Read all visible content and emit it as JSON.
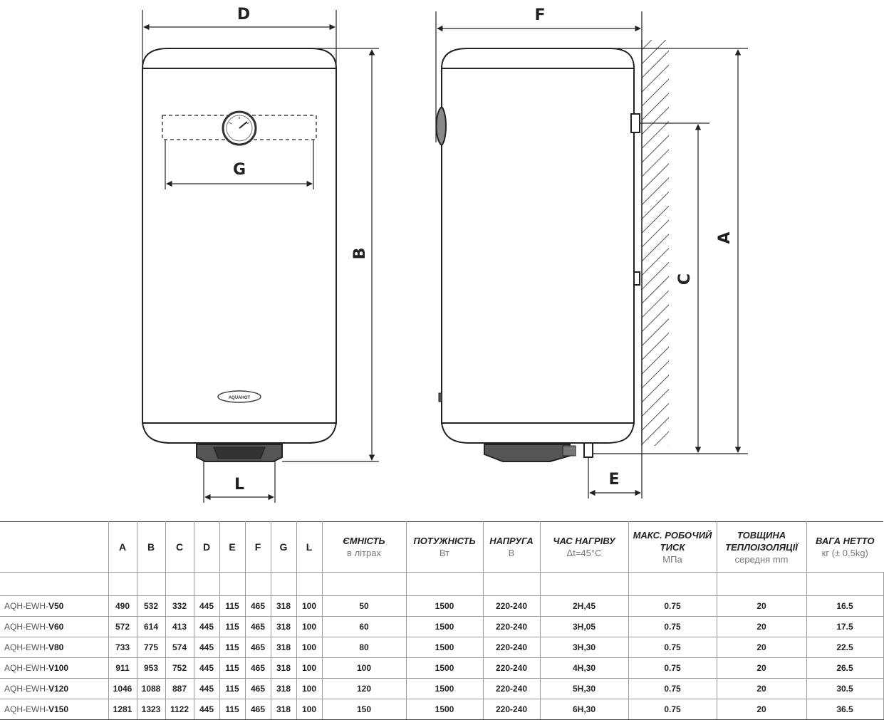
{
  "drawing": {
    "dimension_labels": {
      "A": "A",
      "B": "B",
      "C": "C",
      "D": "D",
      "E": "E",
      "F": "F",
      "G": "G",
      "L": "L"
    },
    "logo_text": "AQUAHOT"
  },
  "table": {
    "dimension_headers": [
      "A",
      "B",
      "C",
      "D",
      "E",
      "F",
      "G",
      "L"
    ],
    "spec_headers": [
      {
        "main": "ЄМНІСТЬ",
        "sub": "в літрах"
      },
      {
        "main": "ПОТУЖНІСТЬ",
        "sub": "Вт"
      },
      {
        "main": "НАПРУГА",
        "sub": "В"
      },
      {
        "main": "ЧАС НАГРІВУ",
        "sub": "Δt=45°C"
      },
      {
        "main": "МАКС. РОБОЧИЙ ТИСК",
        "sub": "МПа"
      },
      {
        "main": "ТОВЩИНА ТЕПЛОІЗОЛЯЦІЇ",
        "sub": "середня mm"
      },
      {
        "main": "ВАГА НЕТТО",
        "sub": "кг (± 0,5kg)"
      }
    ],
    "rows": [
      {
        "prefix": "AQH-EWH-",
        "model": "V50",
        "dims": [
          "490",
          "532",
          "332",
          "445",
          "115",
          "465",
          "318",
          "100"
        ],
        "specs": [
          "50",
          "1500",
          "220-240",
          "2Н,45",
          "0.75",
          "20",
          "16.5"
        ]
      },
      {
        "prefix": "AQH-EWH-",
        "model": "V60",
        "dims": [
          "572",
          "614",
          "413",
          "445",
          "115",
          "465",
          "318",
          "100"
        ],
        "specs": [
          "60",
          "1500",
          "220-240",
          "3Н,05",
          "0.75",
          "20",
          "17.5"
        ]
      },
      {
        "prefix": "AQH-EWH-",
        "model": "V80",
        "dims": [
          "733",
          "775",
          "574",
          "445",
          "115",
          "465",
          "318",
          "100"
        ],
        "specs": [
          "80",
          "1500",
          "220-240",
          "3Н,30",
          "0.75",
          "20",
          "22.5"
        ]
      },
      {
        "prefix": "AQH-EWH-",
        "model": "V100",
        "dims": [
          "911",
          "953",
          "752",
          "445",
          "115",
          "465",
          "318",
          "100"
        ],
        "specs": [
          "100",
          "1500",
          "220-240",
          "4Н,30",
          "0.75",
          "20",
          "26.5"
        ]
      },
      {
        "prefix": "AQH-EWH-",
        "model": "V120",
        "dims": [
          "1046",
          "1088",
          "887",
          "445",
          "115",
          "465",
          "318",
          "100"
        ],
        "specs": [
          "120",
          "1500",
          "220-240",
          "5Н,30",
          "0.75",
          "20",
          "30.5"
        ]
      },
      {
        "prefix": "AQH-EWH-",
        "model": "V150",
        "dims": [
          "1281",
          "1323",
          "1122",
          "445",
          "115",
          "465",
          "318",
          "100"
        ],
        "specs": [
          "150",
          "1500",
          "220-240",
          "6Н,30",
          "0.75",
          "20",
          "36.5"
        ]
      }
    ]
  }
}
